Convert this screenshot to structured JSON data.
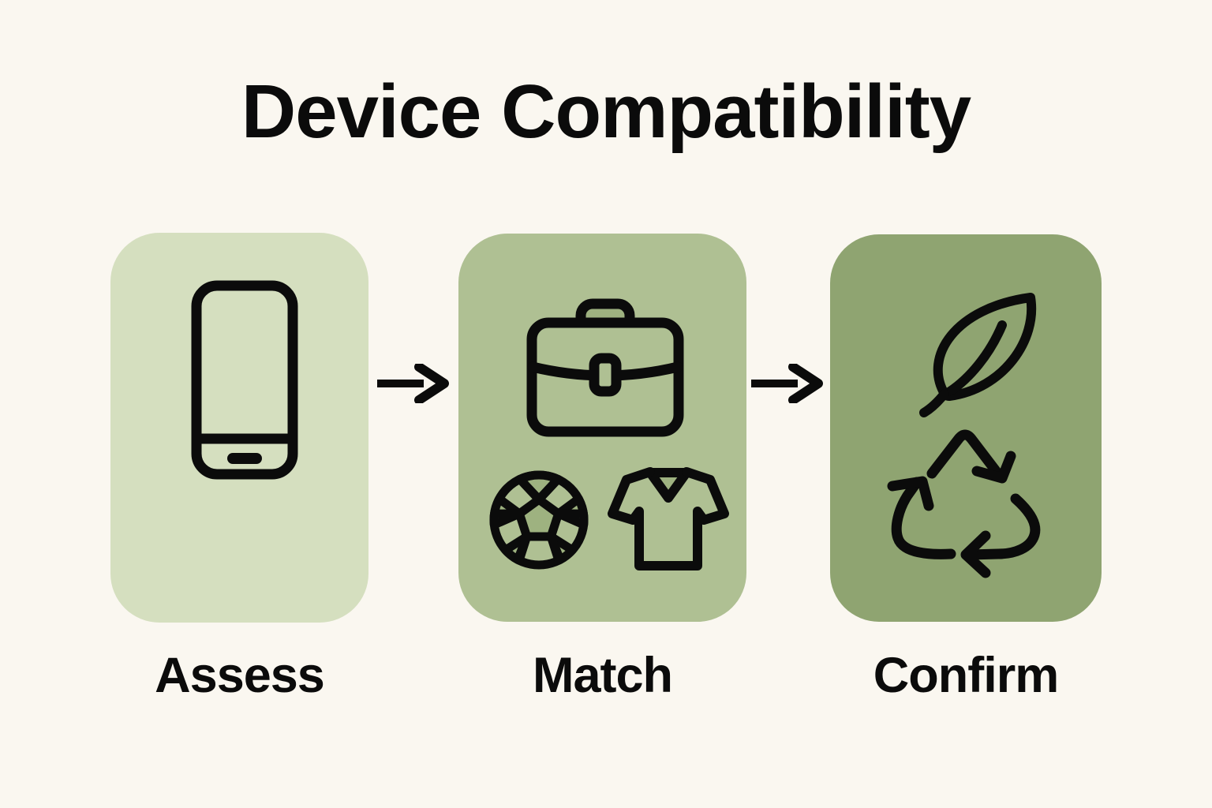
{
  "title": "Device Compatibility",
  "background_color": "#FAF7F0",
  "ink_color": "#0B0B0B",
  "steps": [
    {
      "label": "Assess",
      "card_color": "#D5DFBF",
      "accent_color": "#C2D1A5",
      "icons": [
        "smartphone-icon"
      ]
    },
    {
      "label": "Match",
      "card_color": "#AFC093",
      "accent_color": "#9EB280",
      "icons": [
        "briefcase-icon",
        "soccer-ball-icon",
        "t-shirt-icon"
      ]
    },
    {
      "label": "Confirm",
      "card_color": "#8FA471",
      "accent_color": "#8FA471",
      "icons": [
        "leaf-icon",
        "recycle-icon"
      ]
    }
  ],
  "arrows": [
    {
      "icon": "arrow-right-icon"
    },
    {
      "icon": "arrow-right-icon"
    }
  ]
}
